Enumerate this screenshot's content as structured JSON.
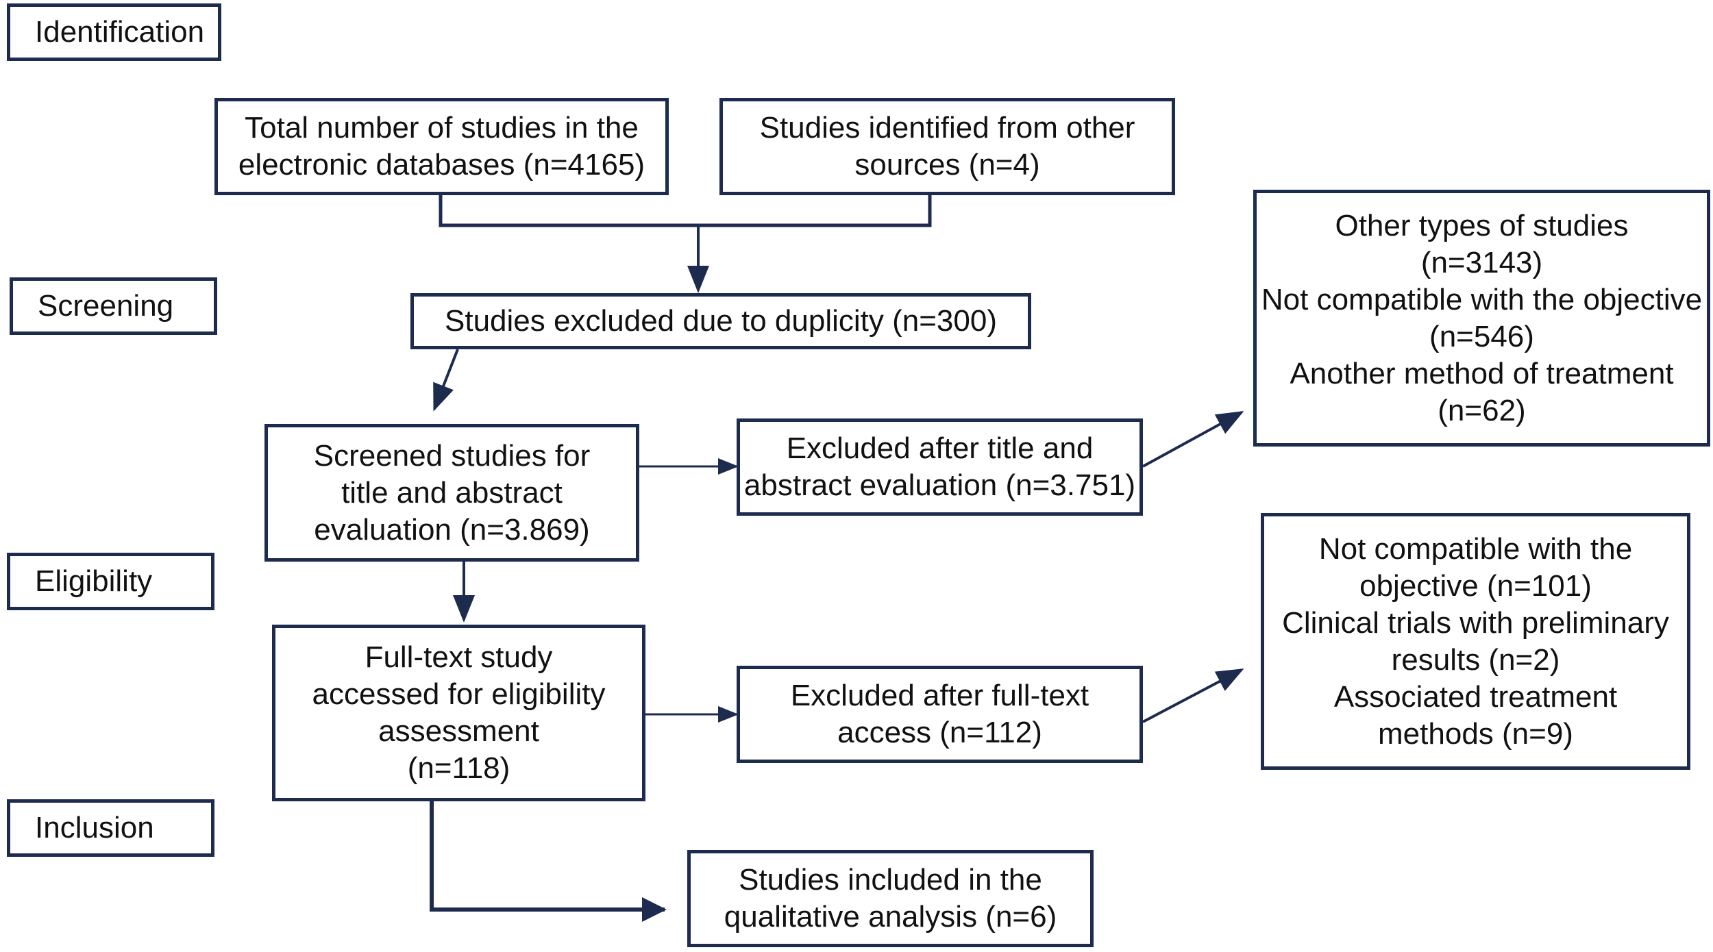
{
  "stages": {
    "identification": "Identification",
    "screening": "Screening",
    "eligibility": "Eligibility",
    "inclusion": "Inclusion"
  },
  "boxes": {
    "databases": [
      "Total number of studies in the",
      "electronic databases (n=4165)"
    ],
    "other_sources": [
      "Studies identified from other",
      "sources (n=4)"
    ],
    "duplicates": [
      "Studies excluded due to duplicity (n=300)"
    ],
    "screened": [
      "Screened studies for",
      "title and abstract",
      "evaluation (n=3.869)"
    ],
    "excluded_title": [
      "Excluded after title and",
      "abstract evaluation (n=3.751)"
    ],
    "reasons_title": [
      "Other types of studies",
      "(n=3143)",
      "Not compatible with the objective",
      "(n=546)",
      "Another method of treatment",
      "(n=62)"
    ],
    "fulltext": [
      "Full-text study",
      "accessed for eligibility",
      "assessment",
      "(n=118)"
    ],
    "excluded_fulltext": [
      "Excluded after full-text",
      "access (n=112)"
    ],
    "reasons_fulltext": [
      "Not compatible with the",
      "objective (n=101)",
      "Clinical trials with preliminary",
      "results (n=2)",
      "Associated treatment",
      "methods (n=9)"
    ],
    "included": [
      "Studies included in the",
      "qualitative analysis (n=6)"
    ]
  },
  "colors": {
    "border": "#1d2b4f",
    "arrow": "#1d2b4f",
    "text": "#111111"
  }
}
